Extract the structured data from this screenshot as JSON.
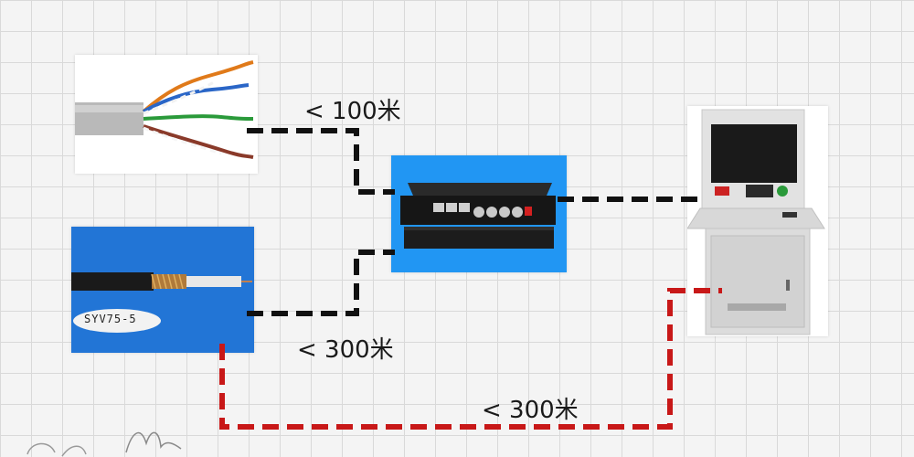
{
  "labels": {
    "twisted_pair_distance": "< 100米",
    "coax_distance": "< 300米",
    "red_link_distance": "< 300米"
  },
  "coax_cable": {
    "tag_text": "SYV75-5"
  },
  "colors": {
    "black_link": "#111111",
    "red_link": "#c81818",
    "converter_panel": "#2196f3",
    "coax_panel": "#1e6fcf"
  }
}
